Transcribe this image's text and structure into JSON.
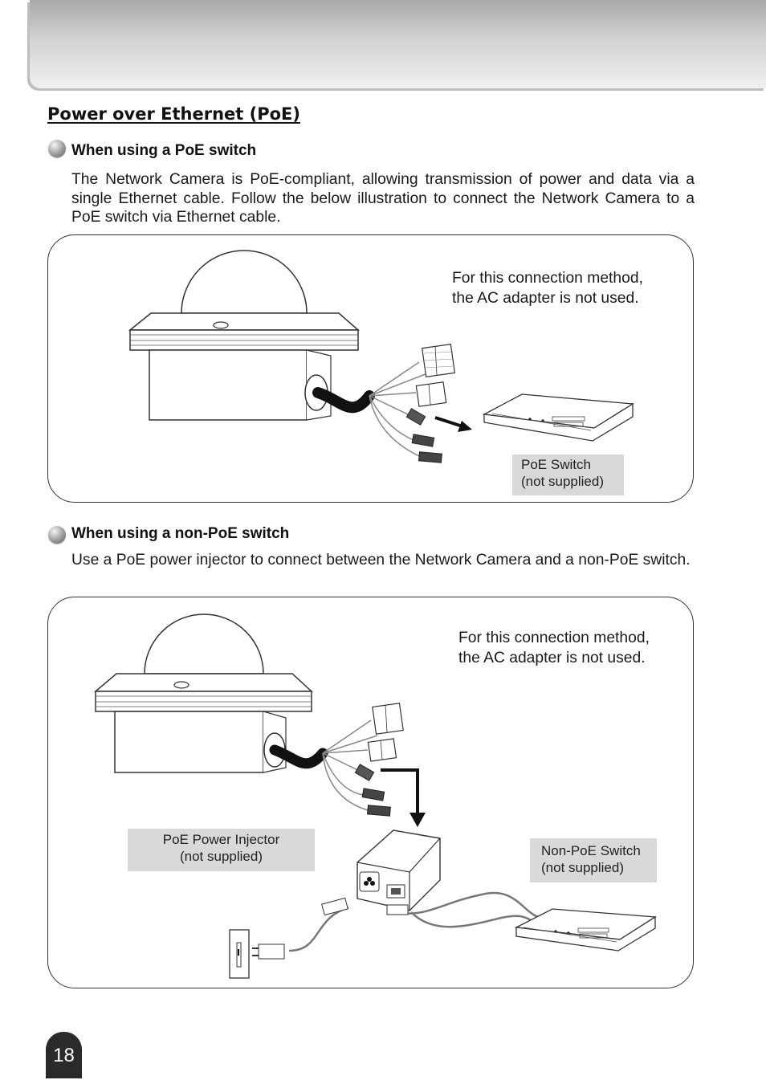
{
  "page": {
    "section_title": "Power over Ethernet (PoE)",
    "page_number": "18"
  },
  "poe_switch": {
    "heading": "When using a PoE switch",
    "body": "The Network Camera is PoE-compliant, allowing transmission of power and data via a single Ethernet cable. Follow the below illustration to connect the Network Camera to a PoE switch via Ethernet cable.",
    "note_line1": "For this connection method,",
    "note_line2": "the AC adapter is not used.",
    "switch_label_line1": "PoE Switch",
    "switch_label_line2": "(not supplied)"
  },
  "non_poe_switch": {
    "heading": "When using a non-PoE switch",
    "body": "Use a PoE power injector to connect between the Network Camera and a non-PoE switch.",
    "note_line1": "For this connection method,",
    "note_line2": "the AC adapter is not used.",
    "injector_label_line1": "PoE Power Injector",
    "injector_label_line2": "(not supplied)",
    "switch_label_line1": "Non-PoE Switch",
    "switch_label_line2": "(not supplied)"
  },
  "colors": {
    "label_background": "#d9d9d9",
    "page_tab": "#2a2a2a",
    "header_gradient_dark": "#a9a9a9"
  }
}
